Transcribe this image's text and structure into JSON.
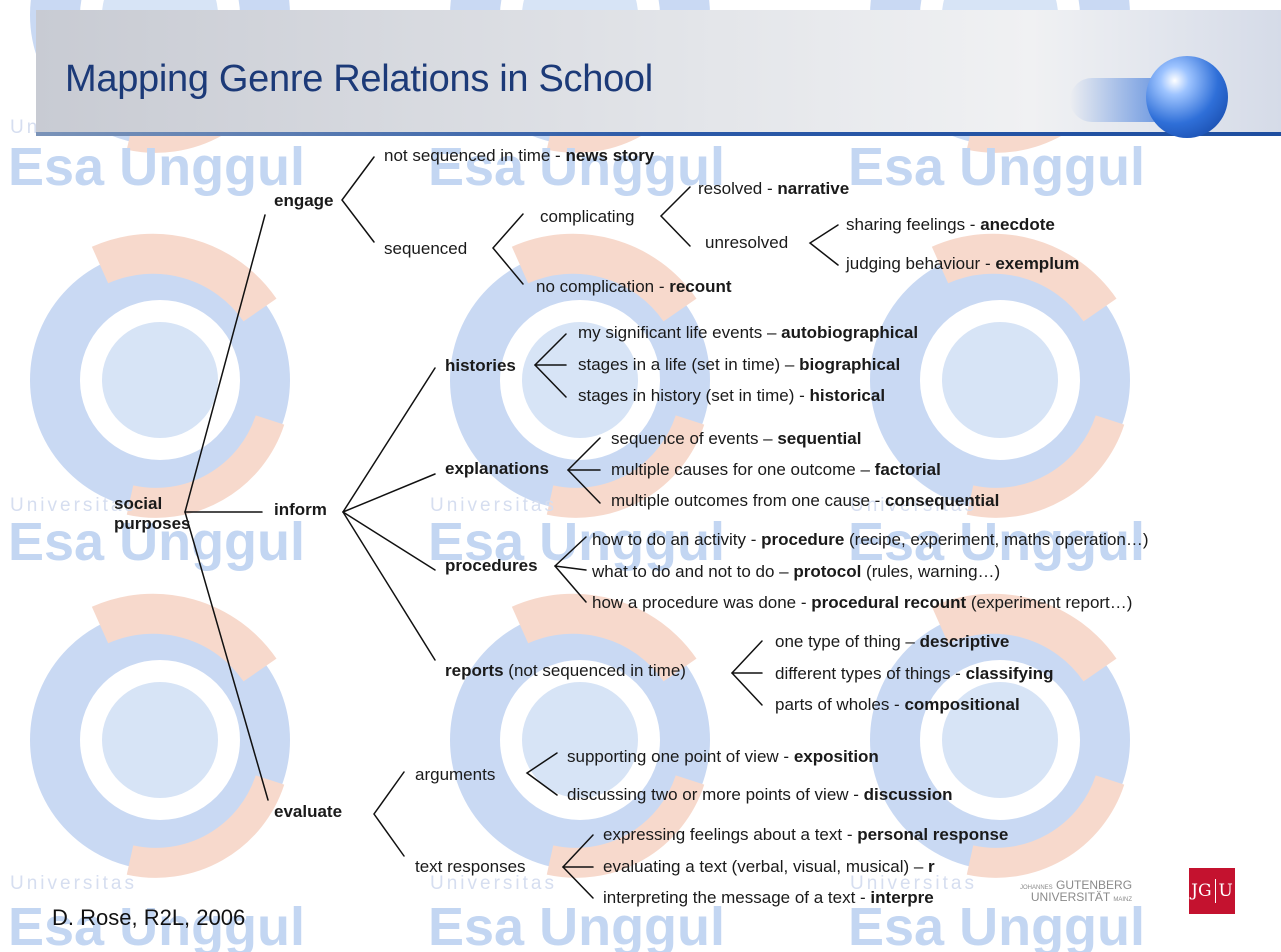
{
  "title": "Mapping Genre Relations in School",
  "credit": "D. Rose, R2L, 2006",
  "watermark": {
    "line1": "Universitas",
    "line2": "Esa Unggul"
  },
  "logo": {
    "line1_small": "JOHANNES",
    "line1": "GUTENBERG",
    "line2": "UNIVERSITÄT",
    "line2_small": "MAINZ",
    "mark_left": "JG",
    "mark_right": "U"
  },
  "colors": {
    "title": "#1c3a78",
    "logo_red": "#c4122f",
    "header_rule": "#2c5aa8"
  },
  "tree": {
    "root": {
      "line1": "social",
      "line2": "purposes"
    },
    "engage": {
      "label": "engage",
      "not_sequenced": {
        "text": "not sequenced in time - ",
        "genre": "news story"
      },
      "sequenced": "sequenced",
      "complicating": "complicating",
      "resolved": {
        "text": "resolved - ",
        "genre": "narrative"
      },
      "unresolved": "unresolved",
      "sharing": {
        "text": "sharing feelings - ",
        "genre": "anecdote"
      },
      "judging": {
        "text": "judging behaviour - ",
        "genre": "exemplum"
      },
      "no_complication": {
        "text": "no complication - ",
        "genre": "recount"
      }
    },
    "inform": {
      "label": "inform",
      "histories": {
        "label": "histories",
        "items": [
          {
            "text": "my significant life events – ",
            "genre": "autobiographical",
            "after": ""
          },
          {
            "text": "stages in a life (set in time) – ",
            "genre": "biographical",
            "after": ""
          },
          {
            "text": "stages in history (set in time) - ",
            "genre": "historical",
            "after": ""
          }
        ]
      },
      "explanations": {
        "label": "explanations",
        "items": [
          {
            "text": "sequence of events – ",
            "genre": "sequential",
            "after": ""
          },
          {
            "text": "multiple causes for one outcome – ",
            "genre": "factorial",
            "after": ""
          },
          {
            "text": "multiple outcomes from one cause - ",
            "genre": "consequential",
            "after": ""
          }
        ]
      },
      "procedures": {
        "label": "procedures",
        "items": [
          {
            "text": "how to do an activity - ",
            "genre": "procedure",
            "after": " (recipe, experiment, maths operation…)"
          },
          {
            "text": "what to do and not to do – ",
            "genre": "protocol",
            "after": " (rules, warning…)"
          },
          {
            "text": "how a procedure was done - ",
            "genre": "procedural recount",
            "after": " (experiment report…)"
          }
        ]
      },
      "reports": {
        "label": "reports",
        "note": " (not sequenced in time)",
        "items": [
          {
            "text": "one type of thing – ",
            "genre": "descriptive",
            "after": ""
          },
          {
            "text": "different types of things - ",
            "genre": "classifying",
            "after": ""
          },
          {
            "text": "parts of wholes - ",
            "genre": "compositional",
            "after": ""
          }
        ]
      }
    },
    "evaluate": {
      "label": "evaluate",
      "arguments": {
        "label": "arguments",
        "items": [
          {
            "text": "supporting one point of view - ",
            "genre": "exposition",
            "after": ""
          },
          {
            "text": "discussing two or more points of view - ",
            "genre": "discussion",
            "after": ""
          }
        ]
      },
      "text_responses": {
        "label": "text responses",
        "items": [
          {
            "text": "expressing feelings about a text - ",
            "genre": "personal response",
            "after": ""
          },
          {
            "text": "evaluating a text (verbal, visual, musical) – ",
            "genre": "r",
            "after": ""
          },
          {
            "text": "interpreting the message of a text - ",
            "genre": "interpre",
            "after": ""
          }
        ]
      }
    }
  }
}
